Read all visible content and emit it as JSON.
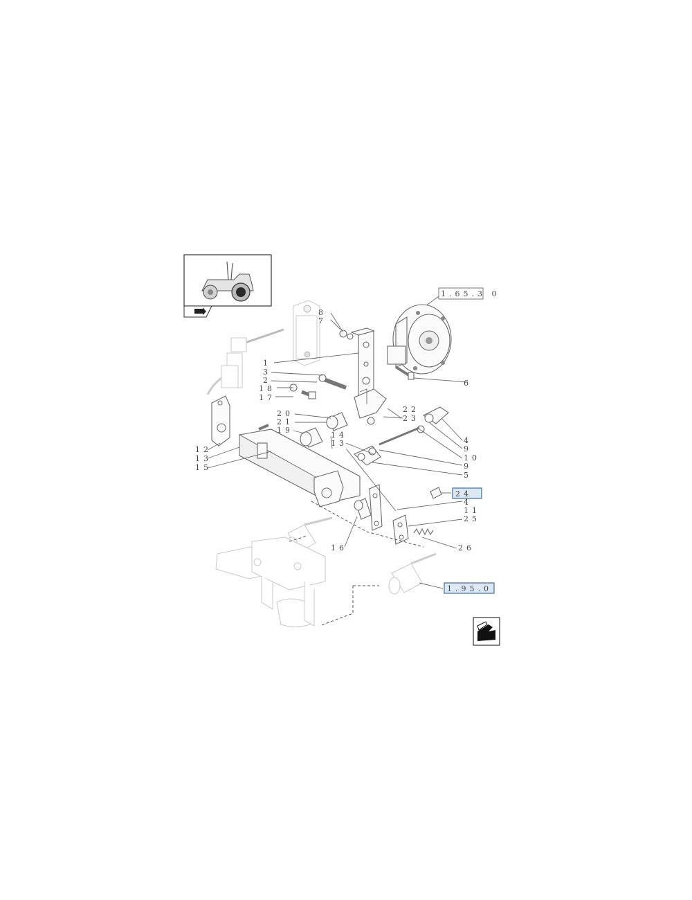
{
  "diagram": {
    "ref_top": "1.65.3 0",
    "ref_bottom": "1.95.0",
    "highlight_callout": "24",
    "callouts": {
      "c1": "1",
      "c2": "2",
      "c3": "3",
      "c4a": "4",
      "c4b": "4",
      "c5": "5",
      "c6": "6",
      "c7": "7",
      "c8": "8",
      "c9a": "9",
      "c9b": "9",
      "c10": "10",
      "c11": "11",
      "c12": "12",
      "c13a": "13",
      "c13b": "13",
      "c14": "14",
      "c15": "15",
      "c16": "16",
      "c17": "17",
      "c18": "18",
      "c19": "19",
      "c20": "20",
      "c21": "21",
      "c22": "22",
      "c23": "23",
      "c25": "25",
      "c26": "26"
    }
  }
}
